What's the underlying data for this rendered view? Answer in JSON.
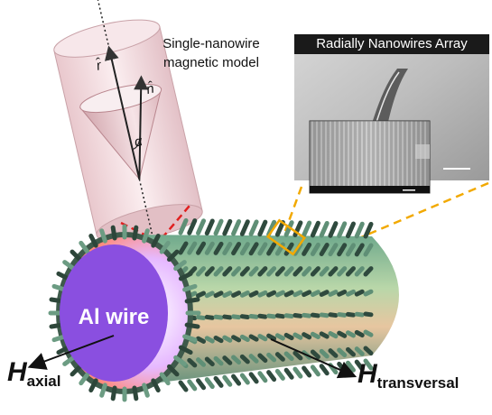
{
  "model": {
    "caption_line1": "Single-nanowire",
    "caption_line2": "magnetic model",
    "symbol_r": "r̂",
    "symbol_n": "n̂",
    "symbol_alpha": "α"
  },
  "sem": {
    "title": "Radially Nanowires Array"
  },
  "core": {
    "label": "Al wire"
  },
  "fields": {
    "axial_symbol": "H",
    "axial_sub": "axial",
    "transversal_symbol": "H",
    "transversal_sub": "transversal"
  },
  "colors": {
    "core": "#8a4fe0",
    "callout_red": "#e02020",
    "callout_orange": "#f2a900",
    "cylinder_fill": "#f3dfe2"
  }
}
